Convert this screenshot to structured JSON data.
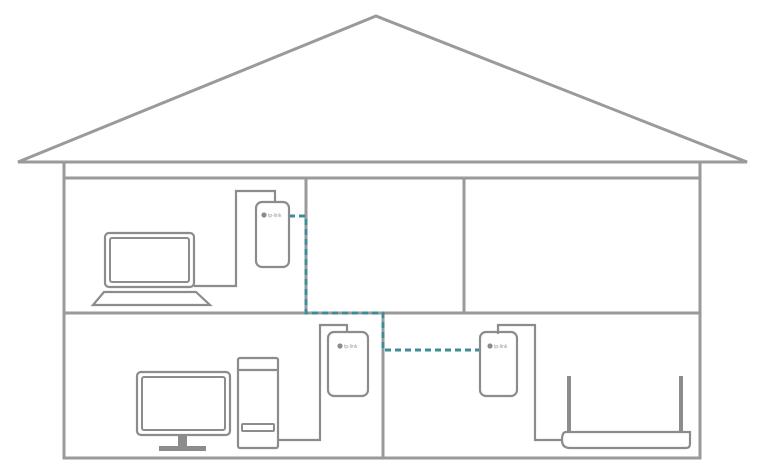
{
  "diagram": {
    "powerline_adapters": [
      {
        "id": "upstairs",
        "brand": "tp-link"
      },
      {
        "id": "downstairs-left",
        "brand": "tp-link"
      },
      {
        "id": "downstairs-right",
        "brand": "tp-link"
      }
    ],
    "colors": {
      "outline": "#9a9a9a",
      "device_stroke": "#8c8c8c",
      "powerline_dashed": "#3d8d99"
    },
    "icons": [
      "house-outline",
      "laptop-icon",
      "desktop-monitor-icon",
      "pc-tower-icon",
      "powerline-adapter-icon",
      "router-icon"
    ]
  }
}
